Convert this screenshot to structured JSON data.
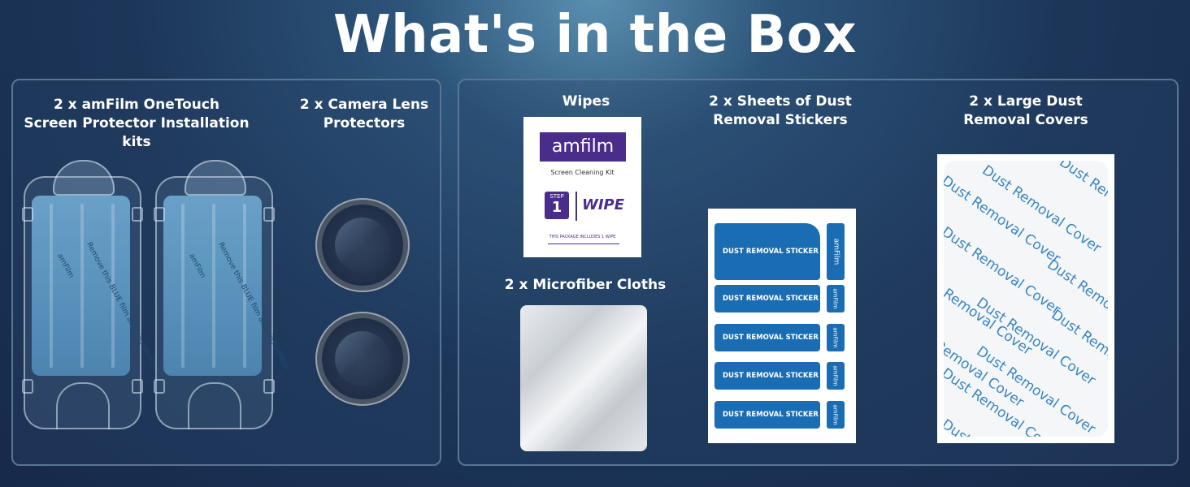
{
  "title": "What's in the Box",
  "items": {
    "kits": {
      "line1": "2 x amFilm OneTouch",
      "line2": "Screen Protector Installation kits"
    },
    "lens": {
      "line1": "2 x Camera Lens",
      "line2": "Protectors"
    },
    "wipes": {
      "label": "Wipes"
    },
    "cloths": {
      "label": "2 x Microfiber Cloths"
    },
    "stickers": {
      "line1": "2 x Sheets of Dust",
      "line2": "Removal Stickers"
    },
    "covers": {
      "line1": "2 x Large Dust",
      "line2": "Removal Covers"
    }
  },
  "wipe_card": {
    "brand": "amfilm",
    "kit": "Screen Cleaning Kit",
    "step_label": "STEP",
    "step_num": "1",
    "word": "WIPE",
    "includes": "THIS PACKAGE INCLUDES 1 WIPE"
  },
  "kit_film": {
    "brand": "amFilm",
    "instruction": "Remove this BLUE film after installation"
  },
  "sticker_sheet": {
    "label": "DUST REMOVAL STICKER",
    "side_brand": "amFilm"
  },
  "cover_text": "Dust Removal Cover",
  "colors": {
    "accent_purple": "#4a2c8a",
    "sticker_blue": "#1a6db3",
    "film_blue": "#5b97c2"
  }
}
